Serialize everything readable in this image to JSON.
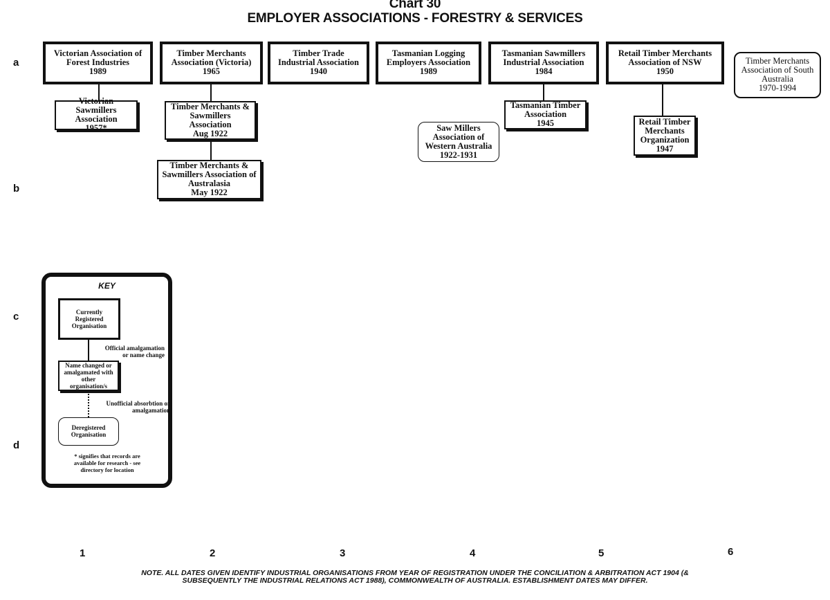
{
  "chart": {
    "number": "Chart 30",
    "title": "EMPLOYER ASSOCIATIONS - FORESTRY & SERVICES"
  },
  "rows": [
    "a",
    "b",
    "c",
    "d"
  ],
  "columns": [
    "1",
    "2",
    "3",
    "4",
    "5",
    "6"
  ],
  "organisations": {
    "vic_forest": {
      "line1": "Victorian Association of",
      "line2": "Forest Industries",
      "year": "1989"
    },
    "vic_sawmillers": {
      "line1": "Victorian Sawmillers",
      "line2": "Association",
      "year": "1957*"
    },
    "tmav": {
      "line1": "Timber Merchants",
      "line2": "Association (Victoria)",
      "year": "1965"
    },
    "tm_sawmillers": {
      "line1": "Timber Merchants &",
      "line2": "Sawmillers",
      "line3": "Association",
      "year": "Aug 1922"
    },
    "tm_sawmillers_aus": {
      "line1": "Timber Merchants &",
      "line2": "Sawmillers Association of",
      "line3": "Australasia",
      "year": "May 1922"
    },
    "ttia": {
      "line1": "Timber Trade",
      "line2": "Industrial Association",
      "year": "1940"
    },
    "tas_logging": {
      "line1": "Tasmanian Logging",
      "line2": "Employers Association",
      "year": "1989"
    },
    "wa_sawmillers": {
      "line1": "Saw Millers",
      "line2": "Association of",
      "line3": "Western Australia",
      "year": "1922-1931"
    },
    "tas_sawmillers": {
      "line1": "Tasmanian Sawmillers",
      "line2": "Industrial Association",
      "year": "1984"
    },
    "tas_timber": {
      "line1": "Tasmanian Timber",
      "line2": "Association",
      "year": "1945"
    },
    "rtm_nsw": {
      "line1": "Retail Timber Merchants",
      "line2": "Association of NSW",
      "year": "1950"
    },
    "rtm_org": {
      "line1": "Retail Timber",
      "line2": "Merchants",
      "line3": "Organization",
      "year": "1947"
    },
    "tm_sa": {
      "line1": "Timber Merchants",
      "line2": "Association of South",
      "line3": "Australia",
      "year": "1970-1994"
    }
  },
  "key": {
    "title": "KEY",
    "registered": [
      "Currently",
      "Registered",
      "Organisation"
    ],
    "official": [
      "Official amalgamation",
      "or name change"
    ],
    "changed": [
      "Name changed or",
      "amalgamated with",
      "other",
      "organisation/s"
    ],
    "unofficial": [
      "Unofficial absorbtion or",
      "amalgamation"
    ],
    "deregistered": [
      "Deregistered",
      "Organisation"
    ],
    "footnote": [
      "* signifies that records are",
      "available for research - see",
      "directory for location"
    ]
  },
  "note": {
    "line1": "NOTE. ALL DATES GIVEN IDENTIFY INDUSTRIAL ORGANISATIONS FROM YEAR OF REGISTRATION UNDER THE CONCILIATION & ARBITRATION ACT 1904 (&",
    "line2": "SUBSEQUENTLY THE INDUSTRIAL RELATIONS ACT 1988), COMMONWEALTH OF AUSTRALIA. ESTABLISHMENT DATES MAY DIFFER."
  }
}
